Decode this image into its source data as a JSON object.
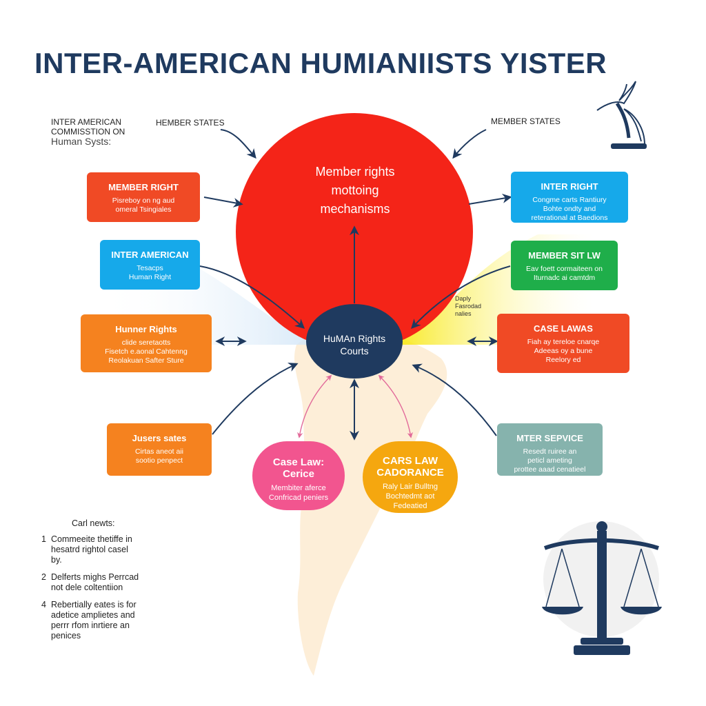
{
  "title": "INTER-AMERICAN HUMIANIISTS YISTER",
  "top_left_label": [
    "INTER AMERICAN",
    "COMMISSTION ON",
    "Human Systs:"
  ],
  "member_states_left": "HEMBER STATES",
  "member_states_right": "MEMBER STATES",
  "core": {
    "line1": "Member rights",
    "line2": "mottoing",
    "line3": "mechanisms"
  },
  "courts": {
    "line1": "HuMAn Rights",
    "line2": "Courts"
  },
  "side_note": [
    "Daply",
    "Fasrodad",
    "nalies"
  ],
  "boxes": {
    "member_right": {
      "title": "MEMBER RIGHT",
      "l1": "Pisreboy on ng aud",
      "l2": "omeral Tsingiales"
    },
    "inter_american": {
      "title": "INTER AMERICAN",
      "l1": "Tesacps",
      "l2": "Human Right"
    },
    "hunner_rights": {
      "title": "Hunner Rights",
      "l1": "clide seretaotts",
      "l2": "Fisetch e.aonal Cahtenng",
      "l3": "Reolakuan Safter Sture"
    },
    "jusers_sates": {
      "title": "Jusers sates",
      "l1": "Cirtas aneot aii",
      "l2": "sootio penpect"
    },
    "inter_right": {
      "title": "INTER RIGHT",
      "l1": "Congme carts Rantiury",
      "l2": "Bohte ondty and",
      "l3": "reterational at Baedions"
    },
    "member_sit_lw": {
      "title": "MEMBER SIT LW",
      "l1": "Eav foett cormaiteen on",
      "l2": "Iturnadc ai camtdm"
    },
    "case_lawas": {
      "title": "CASE LAWAS",
      "l1": "Fiah ay tereloe cnarqe",
      "l2": "Adeeas oy a bune",
      "l3": "Reelory ed"
    },
    "mter_service": {
      "title": "MTER SEPVICE",
      "l1": "Resedt ruiree an",
      "l2": "peticl ameting",
      "l3": "prottee aaad cenatieel"
    },
    "case_law_cerice": {
      "title1": "Case Law:",
      "title2": "Cerice",
      "l1": "Membiter aferce",
      "l2": "Confricad peniers"
    },
    "cars_law": {
      "title1": "CARS LAW",
      "title2": "CADORANCE",
      "l1": "Raly Lair Bulltng",
      "l2": "Bochtedmt aot",
      "l3": "Fedeatied"
    }
  },
  "notes": {
    "heading": "Carl newts:",
    "items": [
      {
        "num": "1",
        "lines": [
          "Commeeite thetiffe in",
          "hesatrd rightol casel",
          "by."
        ]
      },
      {
        "num": "2",
        "lines": [
          "Delferts mighs Perrcad",
          "not dele coltentiion"
        ]
      },
      {
        "num": "4",
        "lines": [
          "Rebertially eates is for",
          "adetice amplietes and",
          "perrr rfom inrtiere an",
          "penices"
        ]
      }
    ]
  },
  "colors": {
    "title": "#1f3a5f",
    "core": "#f42418",
    "courts": "#1f3a5f",
    "red_box": "#f04a25",
    "blue_box": "#16a9ea",
    "orange_box": "#f5821f",
    "green_box": "#1fae4a",
    "gray_box": "#86b3ad",
    "pink_pill": "#f2558f",
    "amber_pill": "#f5a70f"
  },
  "icons": [
    "bird-icon",
    "scales-of-justice-icon"
  ]
}
